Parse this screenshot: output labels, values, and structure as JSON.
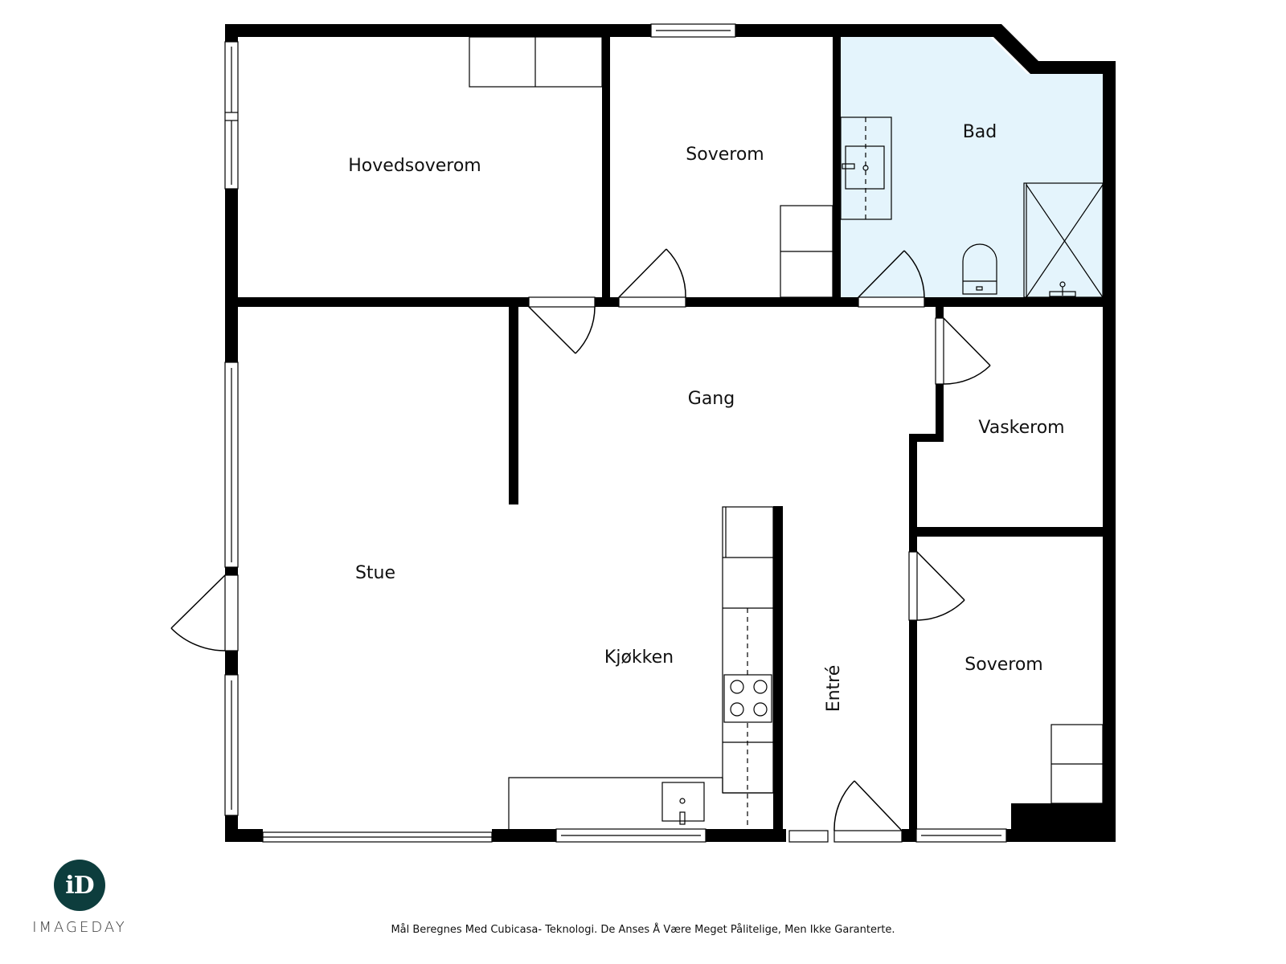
{
  "floorplan": {
    "rooms": {
      "hovedsoverom": "Hovedsoverom",
      "soverom_top": "Soverom",
      "bad": "Bad",
      "gang": "Gang",
      "vaskerom": "Vaskerom",
      "stue": "Stue",
      "kjokken": "Kjøkken",
      "entre": "Entré",
      "soverom_bottom": "Soverom"
    },
    "colors": {
      "wall": "#000000",
      "bathroom_fill": "#e4f4fc",
      "background": "#ffffff"
    }
  },
  "logo": {
    "mark": "iD",
    "name": "IMAGEDAY",
    "color": "#0d3d3d"
  },
  "footer": {
    "disclaimer": "Mål Beregnes Med Cubicasa- Teknologi. De Anses Å Være Meget Pålitelige, Men Ikke Garanterte."
  }
}
